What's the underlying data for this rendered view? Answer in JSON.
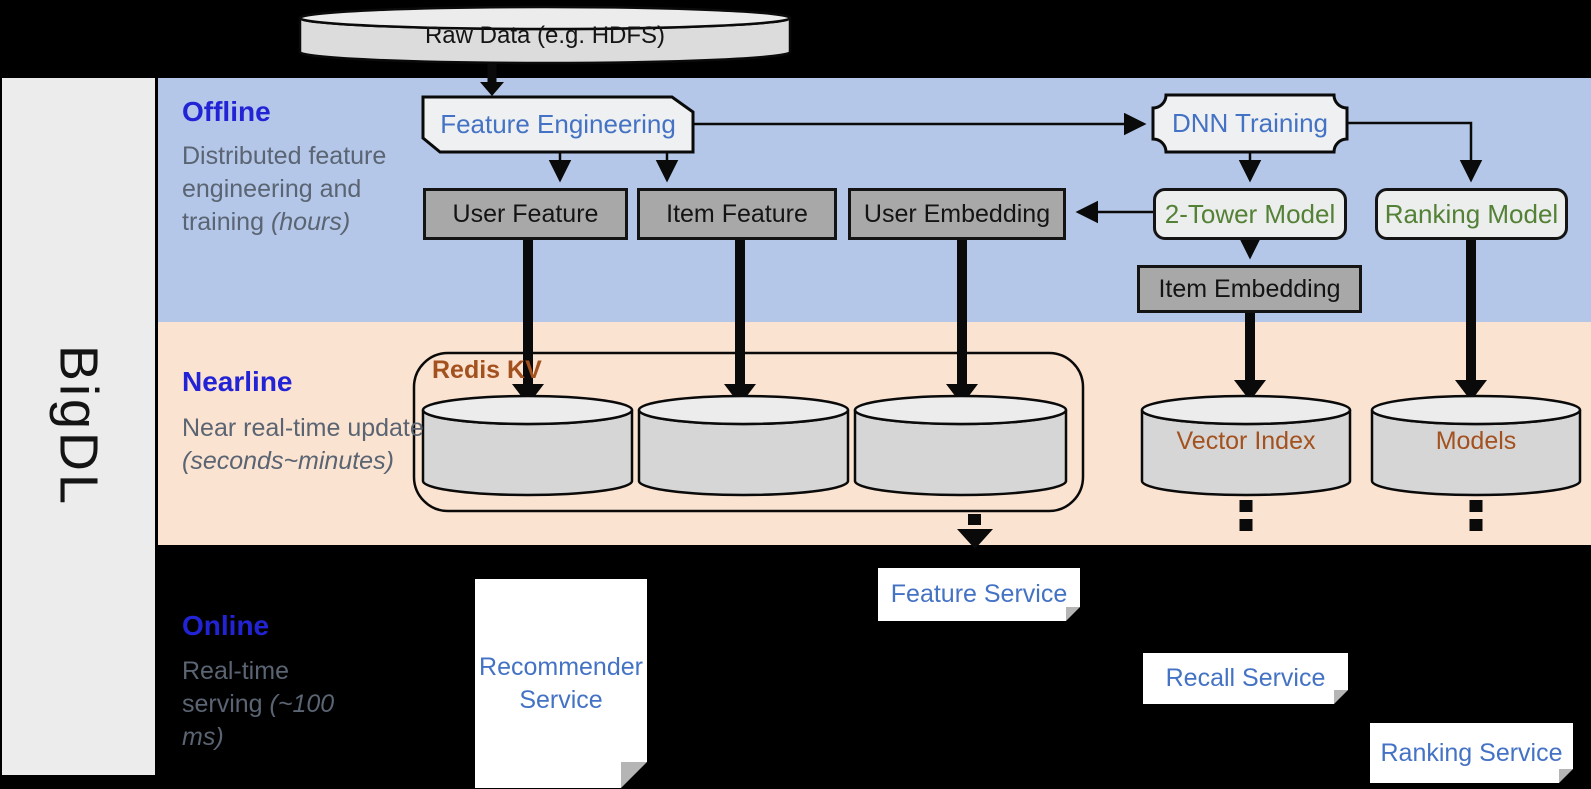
{
  "brand": "BigDL",
  "colors": {
    "background": "#000000",
    "offline_band": "#b4c7e8",
    "nearline_band": "#fbe3d1",
    "sidebar": "#ececec",
    "section_label_blue": "#2323d6",
    "description_gray": "#5a6472",
    "process_text_blue": "#4472c4",
    "model_text_green": "#538135",
    "storage_text_brown": "#a3511e",
    "node_gray_fill": "#a8a8a8",
    "cylinder_fill": "#d6d6d6"
  },
  "raw_data": {
    "label": "Raw Data (e.g. HDFS)"
  },
  "lanes": {
    "offline": {
      "label": "Offline",
      "description": "Distributed feature engineering and training",
      "description_italic": "(hours)"
    },
    "nearline": {
      "label": "Nearline",
      "description": "Near real-time update",
      "description_italic": "(seconds~minutes)"
    },
    "online": {
      "label": "Online",
      "description": "Real-time serving",
      "description_italic": "(~100 ms)"
    }
  },
  "offline_nodes": {
    "feature_engineering": "Feature Engineering",
    "dnn_training": "DNN Training",
    "user_feature": "User Feature",
    "item_feature": "Item Feature",
    "user_embedding": "User Embedding",
    "two_tower_model": "2-Tower Model",
    "ranking_model": "Ranking Model",
    "item_embedding": "Item Embedding"
  },
  "nearline_nodes": {
    "redis_kv": "Redis KV",
    "vector_index": "Vector Index",
    "models": "Models"
  },
  "online_nodes": {
    "recommender_service": "Recommender Service",
    "feature_service": "Feature Service",
    "recall_service": "Recall Service",
    "ranking_service": "Ranking Service"
  }
}
